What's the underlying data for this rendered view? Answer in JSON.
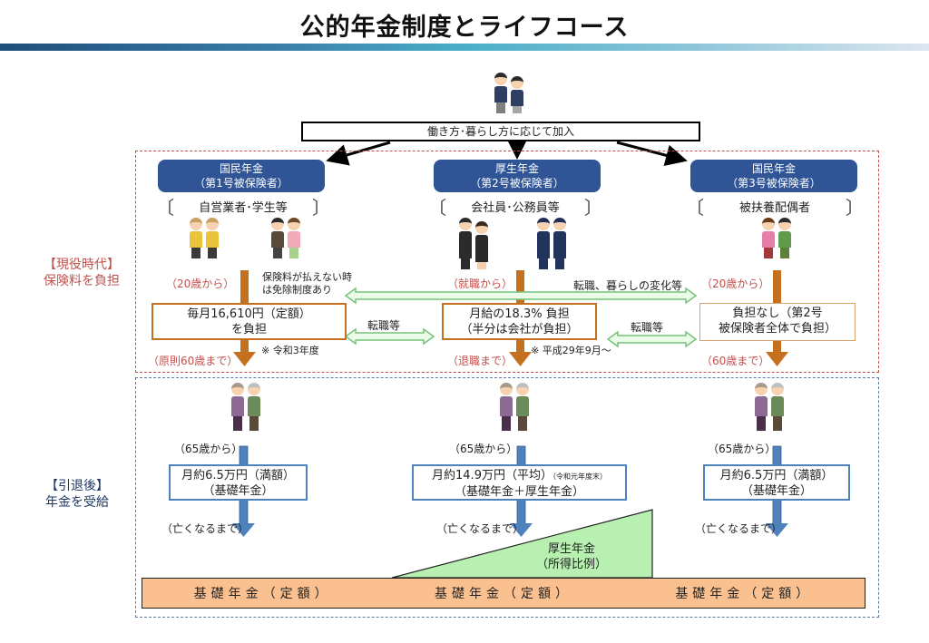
{
  "title": "公的年金制度とライフコース",
  "join_box": "働き方･暮らし方に応じて加入",
  "side_labels": {
    "active_line1": "【現役時代】",
    "active_line2": "保険料を負担",
    "retire_line1": "【引退後】",
    "retire_line2": "年金を受給"
  },
  "categories": [
    {
      "head_line1": "国民年金",
      "head_line2": "（第1号被保険者）",
      "members": "自営業者･学生等",
      "start_note": "（20歳から）",
      "payment_line1": "毎月16,610円（定額）",
      "payment_line2": "を負担",
      "end_note": "（原則60歳まで）",
      "footnote": "※ 令和3年度",
      "exemption_line1": "保険料が払えない時",
      "exemption_line2": "は免除制度あり",
      "benefit_start": "（65歳から）",
      "benefit_line1": "月約6.5万円（満額）",
      "benefit_line2": "（基礎年金）",
      "benefit_end": "（亡くなるまで）"
    },
    {
      "head_line1": "厚生年金",
      "head_line2": "（第2号被保険者）",
      "members": "会社員･公務員等",
      "start_note": "（就職から）",
      "payment_line1": "月給の18.3% 負担",
      "payment_line2": "（半分は会社が負担）",
      "end_note": "（退職まで）",
      "footnote": "※ 平成29年9月～",
      "benefit_start": "（65歳から）",
      "benefit_line1": "月約14.9万円（平均）",
      "benefit_note": "（令和元年度末）",
      "benefit_line2": "（基礎年金＋厚生年金）",
      "benefit_end": "（亡くなるまで）"
    },
    {
      "head_line1": "国民年金",
      "head_line2": "（第3号被保険者）",
      "members": "被扶養配偶者",
      "start_note": "（20歳から）",
      "payment_line1": "負担なし（第2号",
      "payment_line2": "被保険者全体で負担）",
      "end_note": "（60歳まで）",
      "benefit_start": "（65歳から）",
      "benefit_line1": "月約6.5万円（満額）",
      "benefit_line2": "（基礎年金）",
      "benefit_end": "（亡くなるまで）"
    }
  ],
  "transfers": {
    "life_change": "転職、暮らしの変化等",
    "job_change_left": "転職等",
    "job_change_right": "転職等"
  },
  "kousei_wedge": {
    "line1": "厚生年金",
    "line2": "（所得比例）"
  },
  "base_pension": [
    "基礎年金（定額）",
    "基礎年金（定額）",
    "基礎年金（定額）"
  ],
  "colors": {
    "category_head": "#2f5597",
    "active_frame": "#c0504d",
    "retire_frame": "#5b7ba6",
    "payment_arrow": "#c5701f",
    "benefit_arrow": "#4f81bd",
    "transfer_arrow": "#77c27a",
    "wedge_fill": "#b7f0b0",
    "base_fill": "#fac090",
    "title_bar_start": "#1f4e7a",
    "title_bar_end": "#dde6f0"
  }
}
